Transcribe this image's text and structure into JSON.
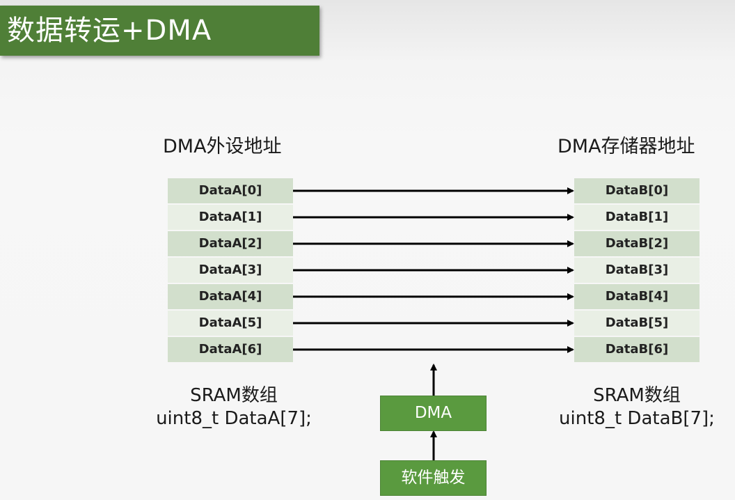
{
  "title": "数据转运+DMA",
  "left": {
    "heading": "DMA外设地址",
    "cells": [
      "DataA[0]",
      "DataA[1]",
      "DataA[2]",
      "DataA[3]",
      "DataA[4]",
      "DataA[5]",
      "DataA[6]"
    ],
    "caption_line1": "SRAM数组",
    "caption_line2": "uint8_t DataA[7];"
  },
  "right": {
    "heading": "DMA存储器地址",
    "cells": [
      "DataB[0]",
      "DataB[1]",
      "DataB[2]",
      "DataB[3]",
      "DataB[4]",
      "DataB[5]",
      "DataB[6]"
    ],
    "caption_line1": "SRAM数组",
    "caption_line2": "uint8_t DataB[7];"
  },
  "dma_label": "DMA",
  "trigger_label": "软件触发",
  "colors": {
    "title_bg": "#4f7f37",
    "box_bg": "#5a9a3f",
    "cell_dark": "#d2dfcc",
    "cell_light": "#e9efe5",
    "arrow": "#000000"
  }
}
